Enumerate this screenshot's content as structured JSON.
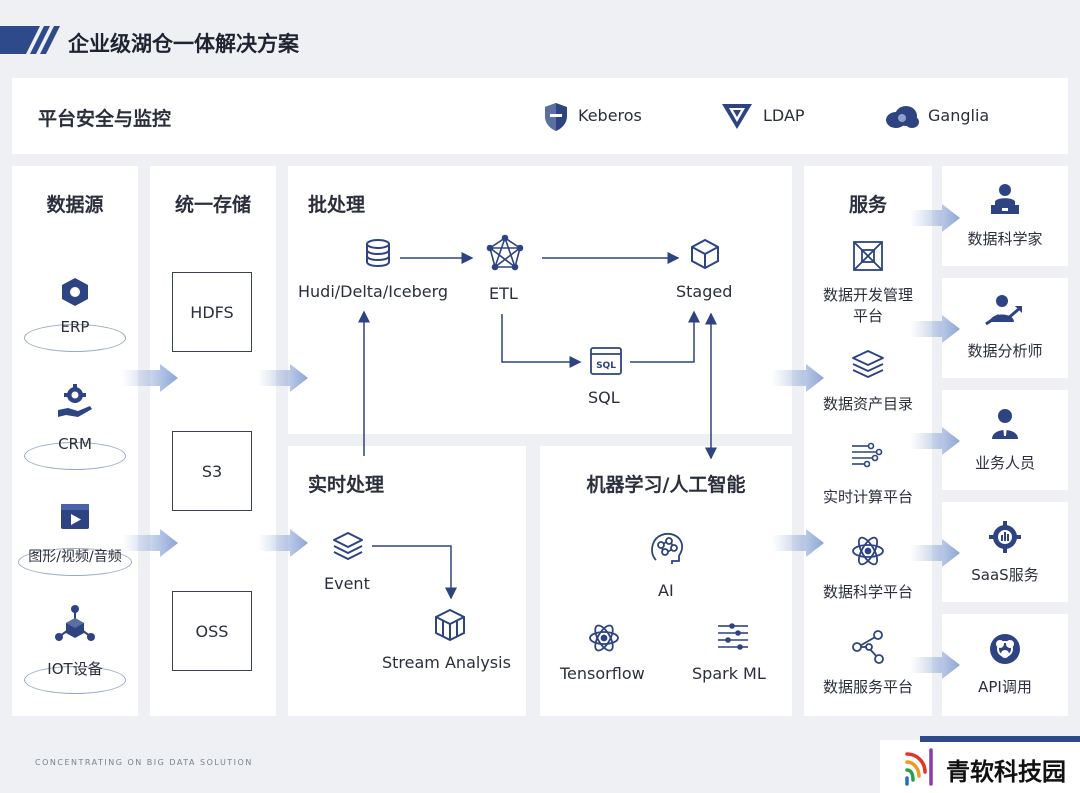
{
  "header": {
    "title": "企业级湖仓一体解决方案"
  },
  "security": {
    "label": "平台安全与监控",
    "items": [
      {
        "label": "Keberos",
        "icon": "shield-icon"
      },
      {
        "label": "LDAP",
        "icon": "ldap-logo-icon"
      },
      {
        "label": "Ganglia",
        "icon": "cloud-icon"
      }
    ]
  },
  "sources": {
    "title": "数据源",
    "items": [
      "ERP",
      "CRM",
      "图形/视频/音频",
      "IOT设备"
    ]
  },
  "storage": {
    "title": "统一存储",
    "items": [
      "HDFS",
      "S3",
      "OSS"
    ]
  },
  "batch": {
    "title": "批处理",
    "nodes": {
      "hudi": "Hudi/Delta/Iceberg",
      "etl": "ETL",
      "staged": "Staged",
      "sql": "SQL"
    }
  },
  "realtime": {
    "title": "实时处理",
    "nodes": {
      "event": "Event",
      "stream": "Stream Analysis"
    }
  },
  "ml": {
    "title": "机器学习/人工智能",
    "nodes": {
      "ai": "AI",
      "tensorflow": "Tensorflow",
      "sparkml": "Spark ML"
    }
  },
  "services": {
    "title": "服务",
    "items": [
      "数据开发管理\n平台",
      "数据资产目录",
      "实时计算平台",
      "数据科学平台",
      "数据服务平台"
    ],
    "items_lines": [
      [
        "数据开发管理",
        "平台"
      ],
      [
        "数据资产目录"
      ],
      [
        "实时计算平台"
      ],
      [
        "数据科学平台"
      ],
      [
        "数据服务平台"
      ]
    ]
  },
  "consumers": {
    "items": [
      "数据科学家",
      "数据分析师",
      "业务人员",
      "SaaS服务",
      "API调用"
    ]
  },
  "footer": {
    "tagline": "CONCENTRATING ON BIG DATA SOLUTION",
    "brand": "青软科技园"
  },
  "colors": {
    "accent": "#2f4a8a",
    "arrow": "#9db3da",
    "icon": "#2d4382"
  }
}
